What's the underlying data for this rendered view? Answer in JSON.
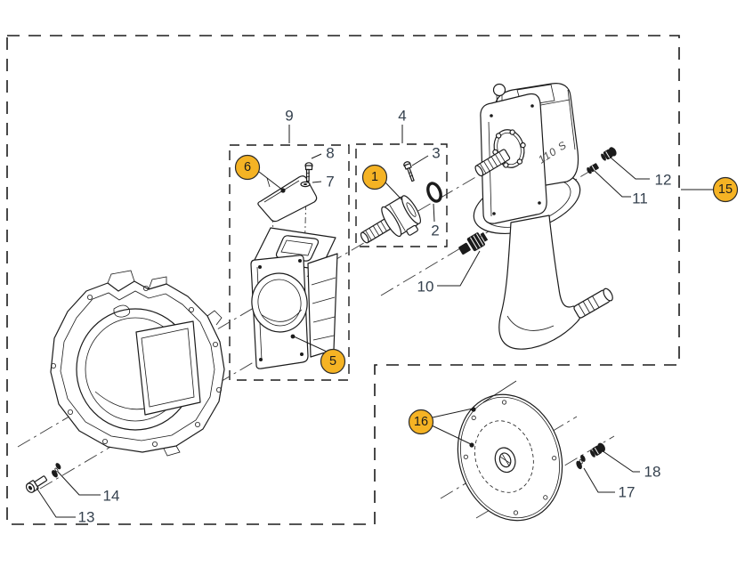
{
  "colors": {
    "background": "#FFFFFF",
    "line": "#1B1B1B",
    "label_text": "#35414E",
    "badge_fill": "#F5B324",
    "badge_stroke": "#2B2B2B",
    "badge_text": "#1B1B1B"
  },
  "drive_marking": "110 S",
  "callouts": {
    "c1": "1",
    "c2": "2",
    "c3": "3",
    "c4": "4",
    "c5": "5",
    "c6": "6",
    "c7": "7",
    "c8": "8",
    "c9": "9",
    "c10": "10",
    "c11": "11",
    "c12": "12",
    "c13": "13",
    "c14": "14",
    "c15": "15",
    "c16": "16",
    "c17": "17",
    "c18": "18"
  },
  "highlighted_callouts": [
    "1",
    "5",
    "6",
    "15",
    "16"
  ]
}
